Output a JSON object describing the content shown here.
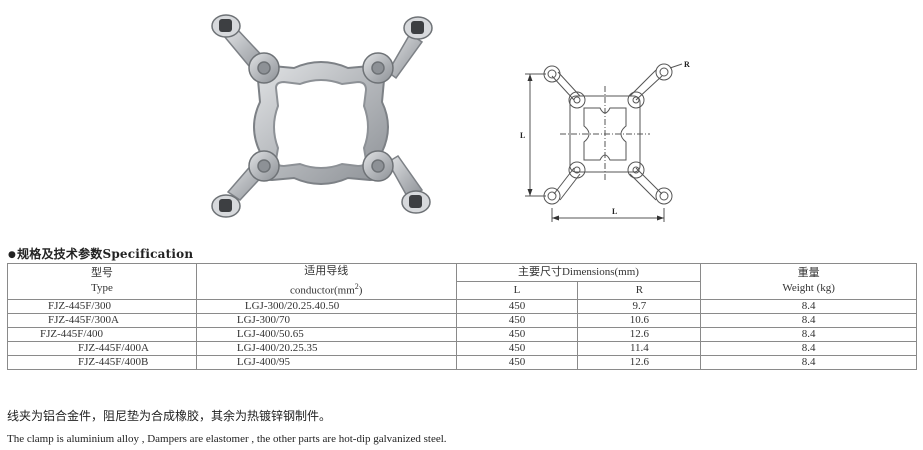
{
  "colors": {
    "metal": "#b9bcc0",
    "metal_dark": "#6e7276",
    "rubber": "#3d3f42",
    "line": "#8a8a8a"
  },
  "drawing": {
    "label_r": "R",
    "label_l_vertical": "L",
    "label_l_horizontal": "L"
  },
  "spec": {
    "title": "规格及技术参数Specification",
    "headers": {
      "type_zh": "型号",
      "type_en": "Type",
      "conductor_zh": "适用导线",
      "conductor_en": "conductor(mm",
      "conductor_sup": "2",
      "conductor_end": ")",
      "dims": "主要尺寸Dimensions(mm)",
      "dim_l": "L",
      "dim_r": "R",
      "weight_zh": "重量",
      "weight_en": "Weight (kg)"
    },
    "rows": [
      {
        "type": "FJZ-445F/300",
        "conductor": "LGJ-300/20.25.40.50",
        "l": "450",
        "r": "9.7",
        "weight": "8.4"
      },
      {
        "type": "FJZ-445F/300A",
        "conductor": "LGJ-300/70",
        "l": "450",
        "r": "10.6",
        "weight": "8.4"
      },
      {
        "type": "FJZ-445F/400",
        "conductor": "LGJ-400/50.65",
        "l": "450",
        "r": "12.6",
        "weight": "8.4"
      },
      {
        "type": "FJZ-445F/400A",
        "conductor": "LGJ-400/20.25.35",
        "l": "450",
        "r": "11.4",
        "weight": "8.4"
      },
      {
        "type": "FJZ-445F/400B",
        "conductor": "LGJ-400/95",
        "l": "450",
        "r": "12.6",
        "weight": "8.4"
      }
    ]
  },
  "notes": {
    "zh": "线夹为铝合金件，阻尼垫为合成橡胶，其余为热镀锌钢制件。",
    "en": "The clamp is aluminium alloy , Dampers are elastomer , the other parts are hot-dip galvanized steel."
  }
}
